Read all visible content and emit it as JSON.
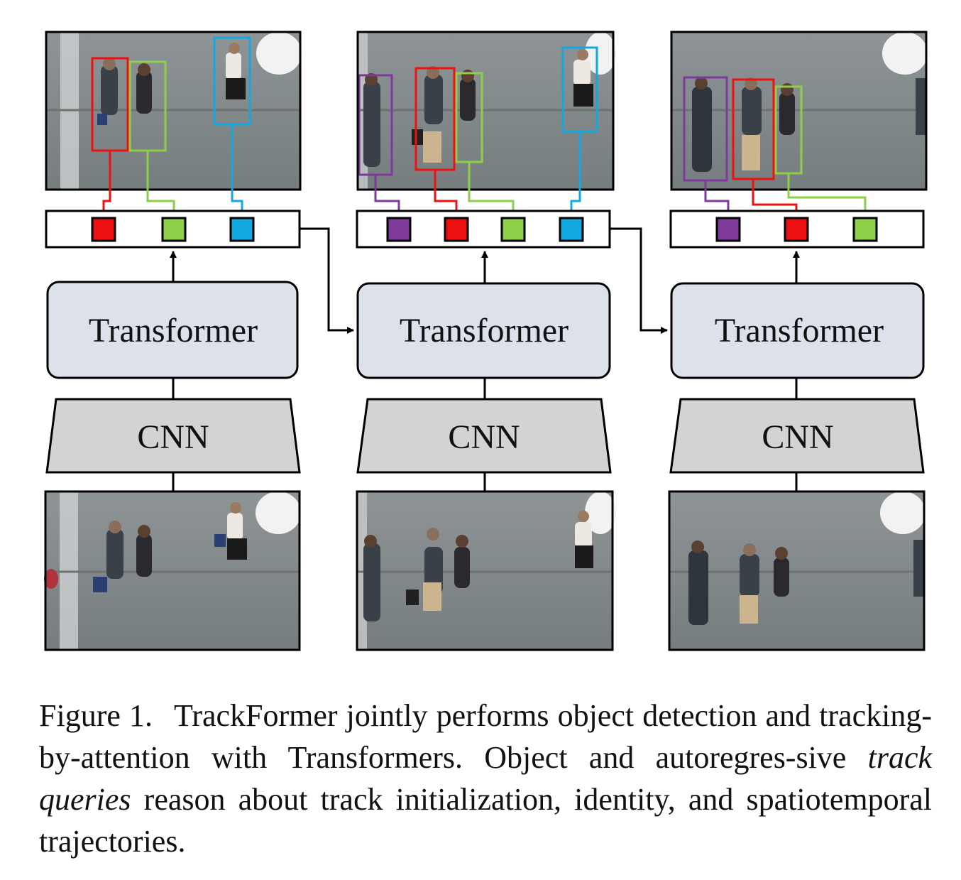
{
  "figure": {
    "panels": [
      {
        "transformer_label": "Transformer",
        "cnn_label": "CNN",
        "queries": [
          "red",
          "green",
          "blue"
        ]
      },
      {
        "transformer_label": "Transformer",
        "cnn_label": "CNN",
        "queries": [
          "purple",
          "red",
          "green",
          "blue"
        ]
      },
      {
        "transformer_label": "Transformer",
        "cnn_label": "CNN",
        "queries": [
          "purple",
          "red",
          "green"
        ]
      }
    ],
    "colors": {
      "red": "#ee1111",
      "green": "#8ecf4a",
      "blue": "#12a8e2",
      "purple": "#7d3a9b",
      "transformer_fill": "#dce1ea",
      "cnn_fill": "#d4d2d4"
    }
  },
  "caption": {
    "label": "Figure 1.",
    "text_before": "TrackFormer jointly performs object detection and tracking-by-attention with Transformers. Object and autoregres-sive ",
    "italic": "track queries",
    "text_after": " reason about track initialization, identity, and spatiotemporal trajectories."
  }
}
